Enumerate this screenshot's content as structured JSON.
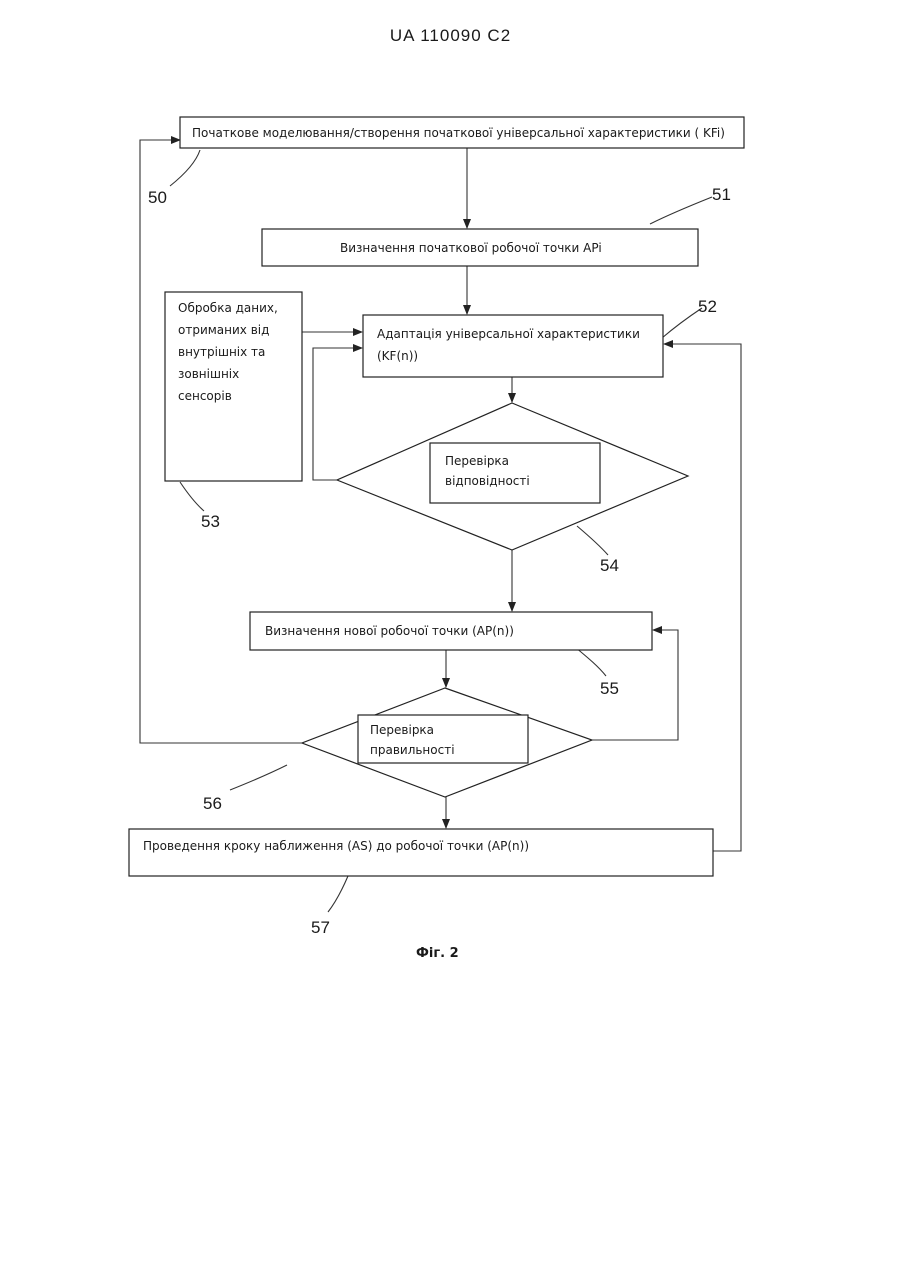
{
  "header": {
    "doc_number": "UA   110090   C2"
  },
  "flowchart": {
    "step_50": {
      "label": "Початкове моделювання/створення початкової універсальної характеристики ( KFi)",
      "ref": "50"
    },
    "step_51": {
      "label": "Визначення початкової робочої точки APi",
      "ref": "51"
    },
    "step_52": {
      "label_line1": "Адаптація універсальної характеристики",
      "label_line2": "(KF(n))",
      "ref": "52"
    },
    "step_53": {
      "lines": [
        "Обробка даних,",
        "отриманих від",
        "внутрішніх та",
        "зовнішніх",
        "сенсорів"
      ],
      "ref": "53"
    },
    "step_54": {
      "label_line1": "Перевірка",
      "label_line2": "відповідності",
      "ref": "54"
    },
    "step_55": {
      "label": "Визначення нової робочої точки (AP(n))",
      "ref": "55"
    },
    "step_56": {
      "label_line1": "Перевірка",
      "label_line2": "правильності",
      "ref": "56"
    },
    "step_57": {
      "label": "Проведення кроку наближення (AS) до робочої точки (AP(n))",
      "ref": "57"
    }
  },
  "caption": "Фіг. 2"
}
